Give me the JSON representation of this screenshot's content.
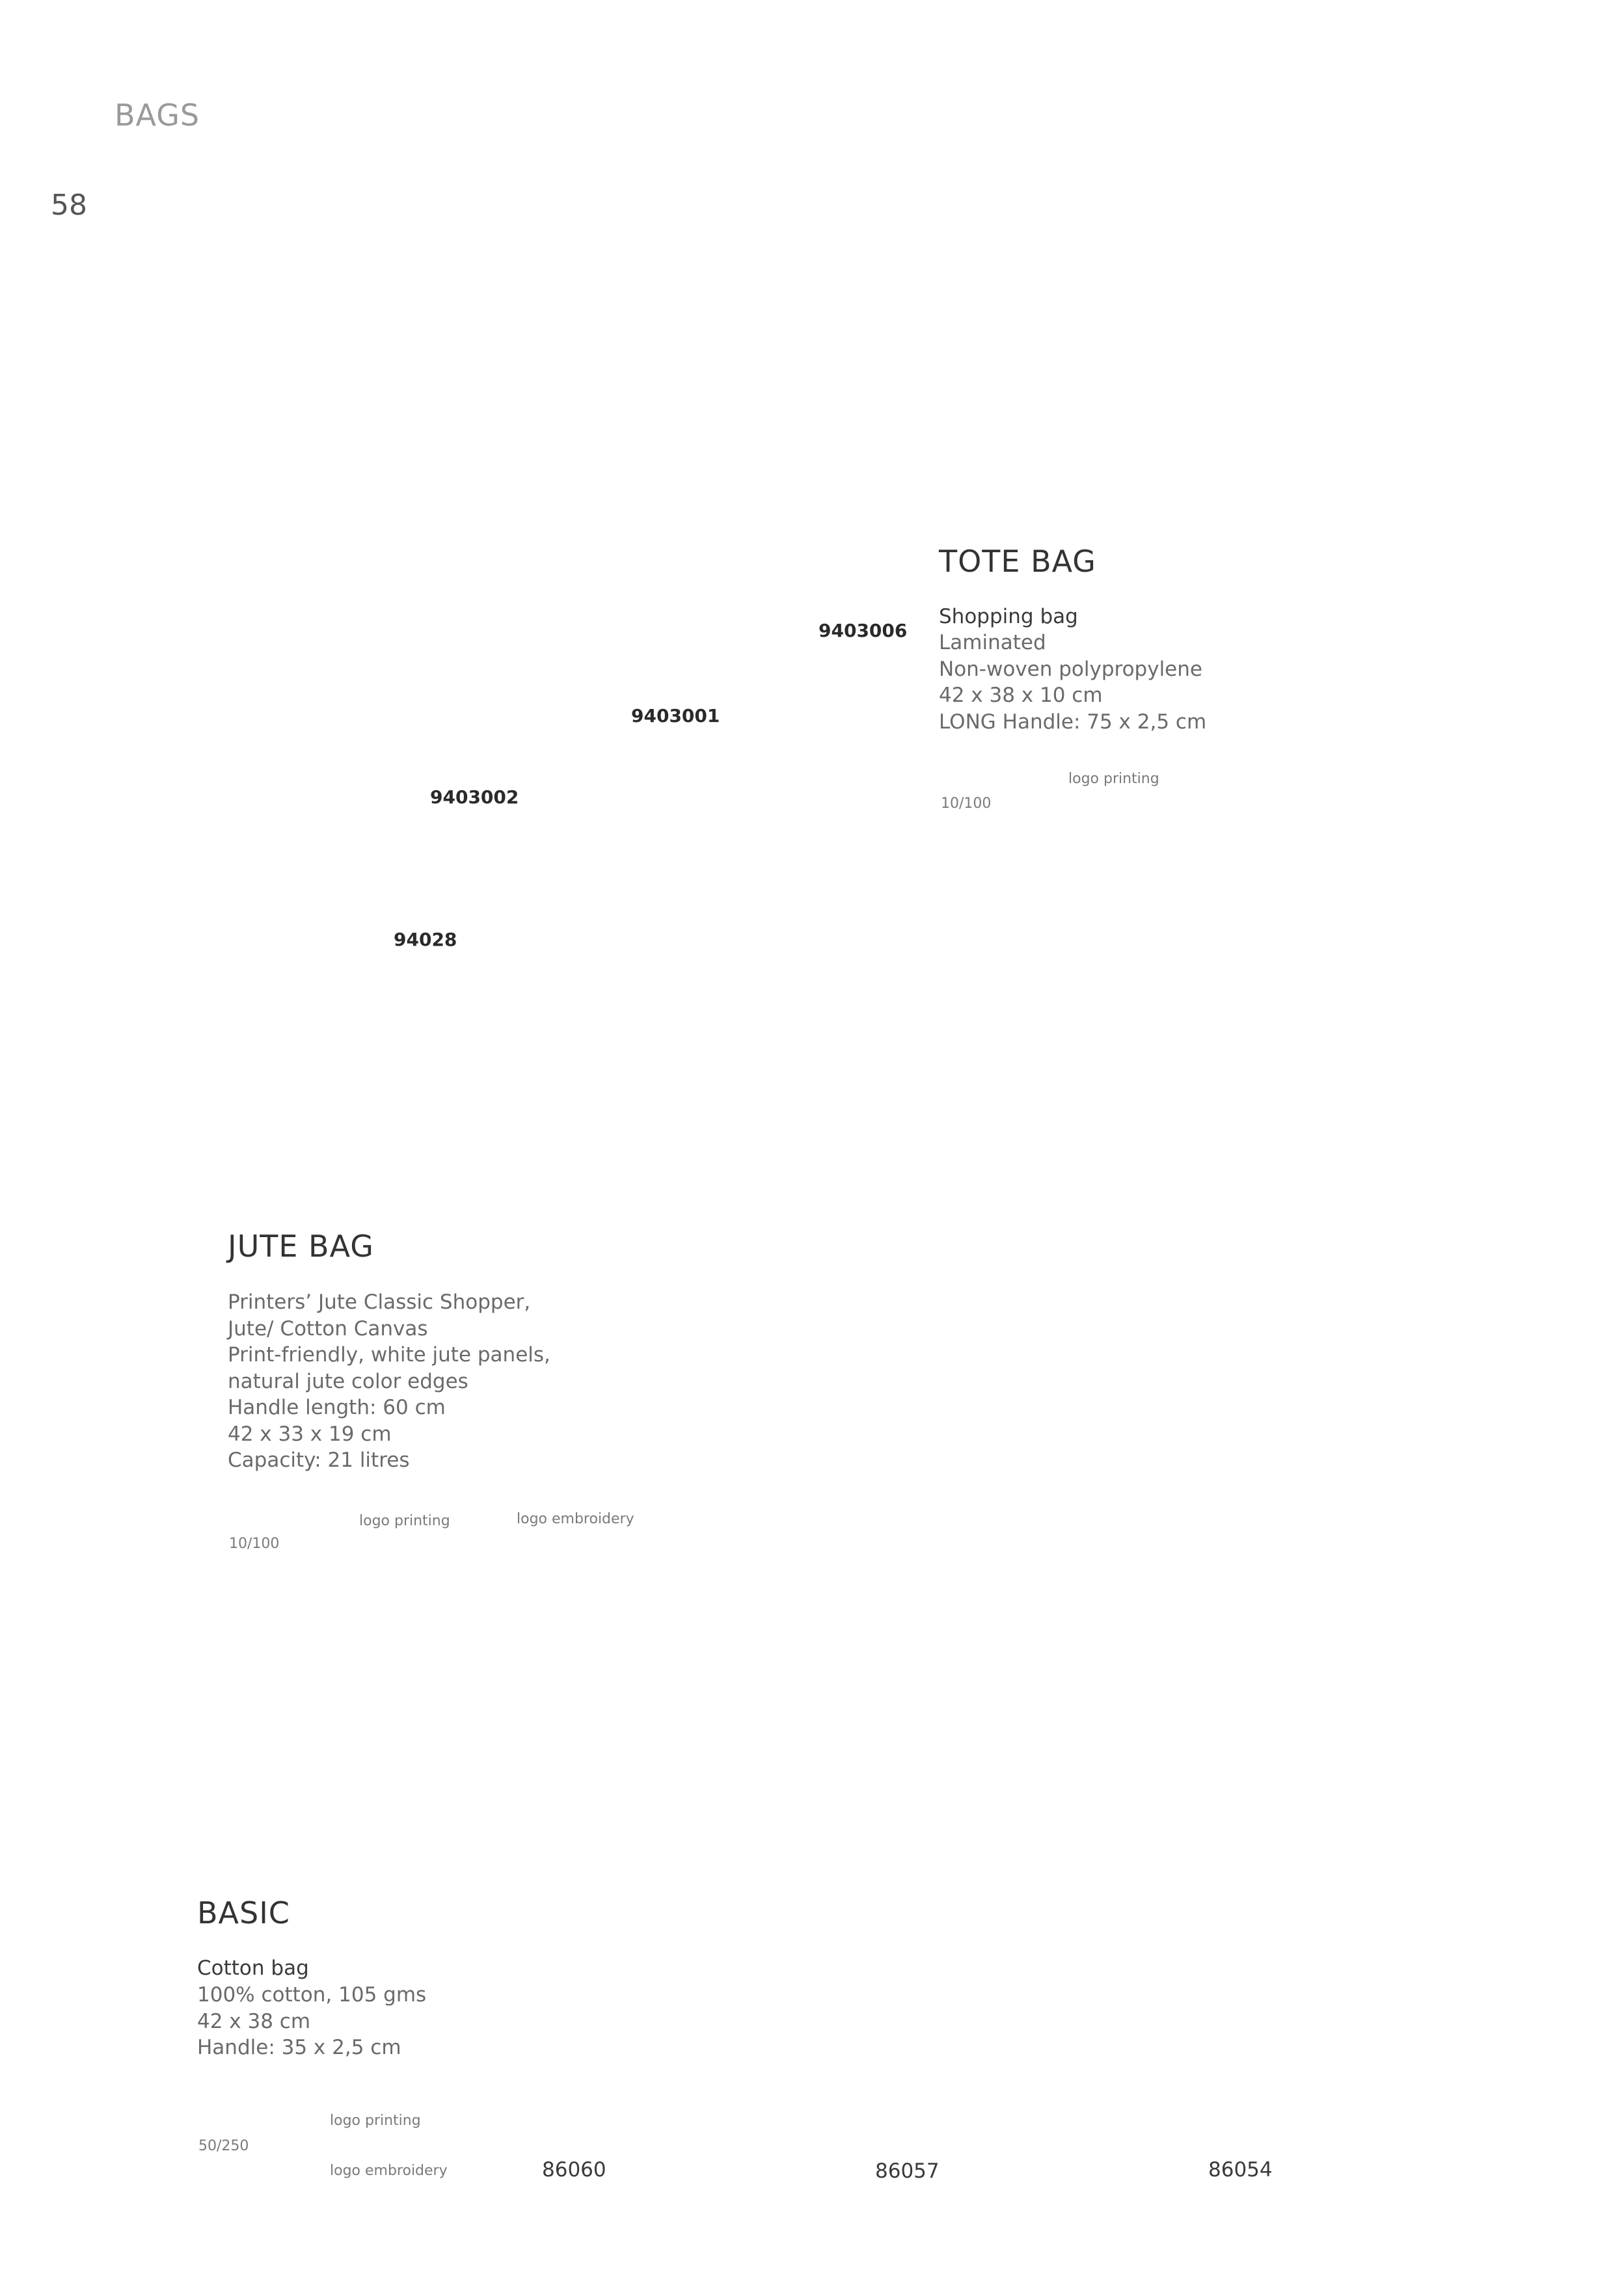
{
  "header": {
    "section": "BAGS",
    "page_number": "58"
  },
  "tote": {
    "title": "TOTE BAG",
    "subtitle": "Shopping bag",
    "lines": [
      "Laminated",
      "Non-woven polypropylene",
      "42 x 38 x 10 cm",
      "LONG Handle: 75 x 2,5 cm"
    ],
    "option_printing": "logo printing",
    "quantity": "10/100",
    "codes": [
      "9403006",
      "9403001",
      "9403002",
      "94028"
    ]
  },
  "jute": {
    "title": "JUTE BAG",
    "lines": [
      "Printers’ Jute Classic Shopper,",
      "Jute/ Cotton Canvas",
      "Print-friendly, white jute panels,",
      "natural jute color edges",
      "Handle length: 60 cm",
      "42 x 33 x 19 cm",
      "Capacity: 21 litres"
    ],
    "option_printing": "logo printing",
    "option_embroidery": "logo embroidery",
    "quantity": "10/100"
  },
  "basic": {
    "title": "BASIC",
    "subtitle": "Cotton bag",
    "lines": [
      "100% cotton, 105 gms",
      "42 x 38 cm",
      "Handle: 35 x 2,5 cm"
    ],
    "option_printing": "logo printing",
    "option_embroidery": "logo embroidery",
    "quantity": "50/250",
    "codes": [
      "86060",
      "86057",
      "86054"
    ]
  }
}
